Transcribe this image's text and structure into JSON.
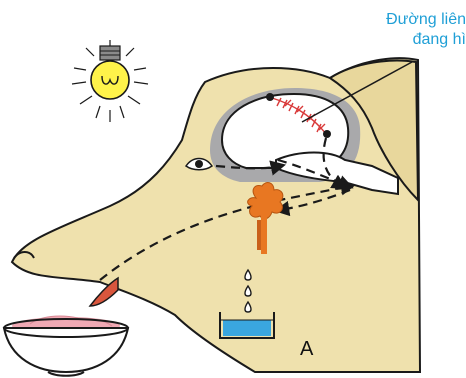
{
  "callout": {
    "line1": "Đường liên",
    "line2": "đang hì"
  },
  "figure_label": "A",
  "colors": {
    "head": "#efe1ad",
    "outline": "#1a1a1a",
    "brain_shadow": "#a9a9ab",
    "brain": "#ffffff",
    "gland": "#e87722",
    "bulb": "#fff34a",
    "reflex_arc": "#d93a3a",
    "water": "#3aa6df",
    "callout_text": "#1f9fd6",
    "meat": "#f0a9b4",
    "tongue": "#d9563d"
  },
  "icons": [
    "light-bulb-icon",
    "eye-icon",
    "bowl-icon",
    "beaker-icon",
    "salivary-gland-icon"
  ]
}
